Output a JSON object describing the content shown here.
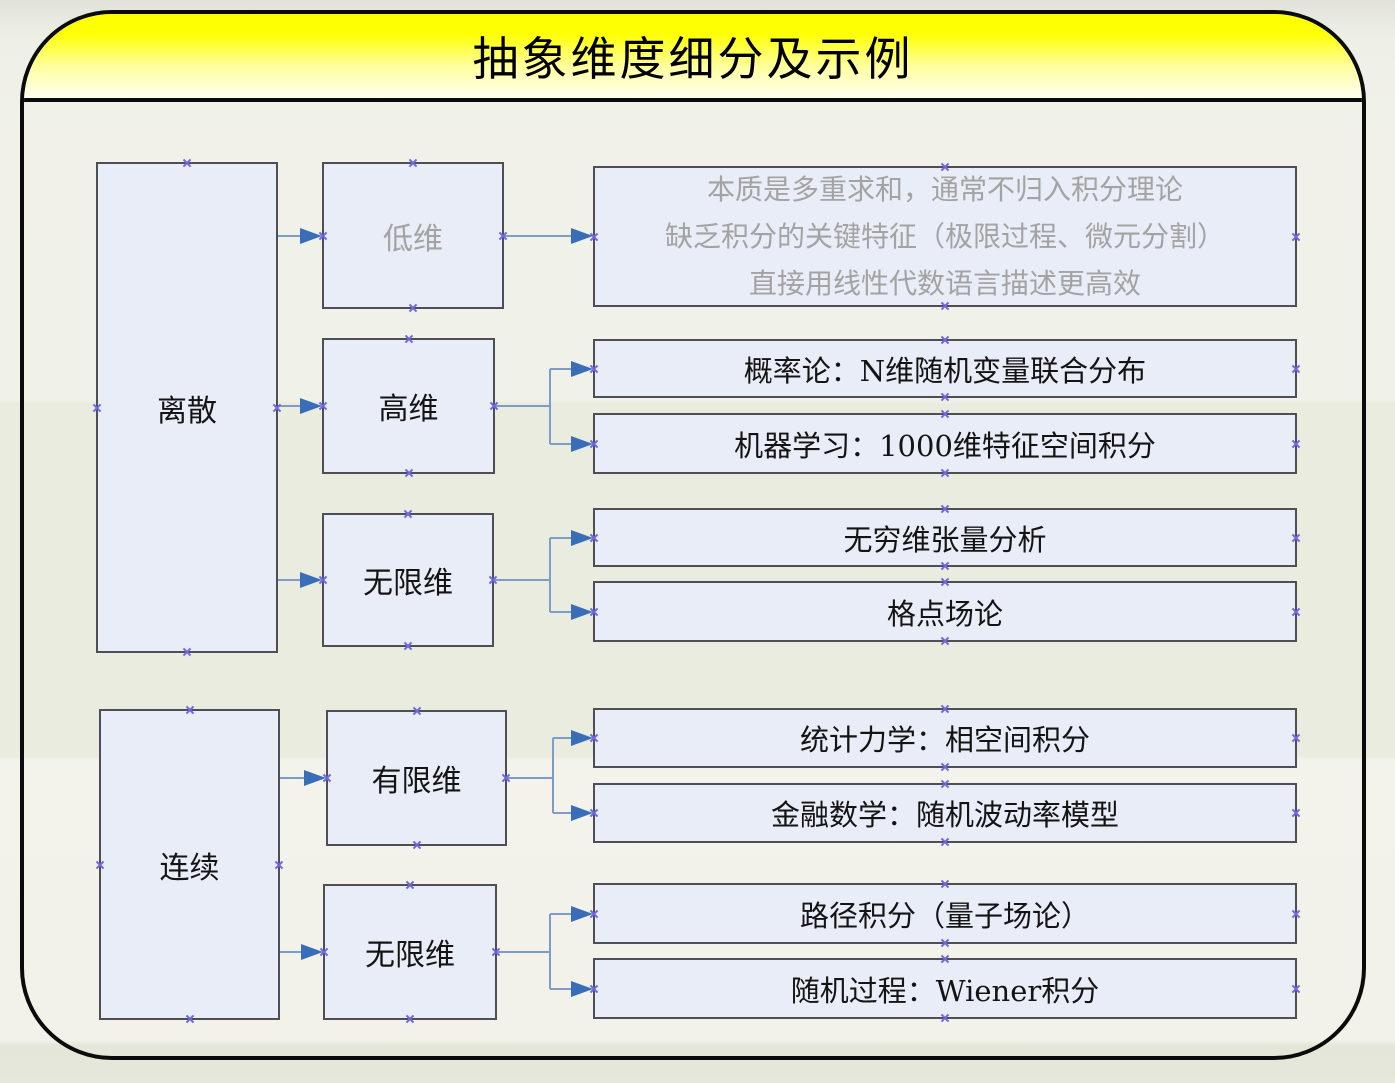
{
  "title": "抽象维度细分及示例",
  "nodes": {
    "discrete": {
      "label": "离散"
    },
    "low_dim": {
      "label": "低维",
      "note_lines": [
        "本质是多重求和，通常不归入积分理论",
        "缺乏积分的关键特征（极限过程、微元分割）",
        "直接用线性代数语言描述更高效"
      ]
    },
    "high_dim": {
      "label": "高维",
      "examples": [
        "概率论：N维随机变量联合分布",
        "机器学习：1000维特征空间积分"
      ]
    },
    "infinite_dim_discrete": {
      "label": "无限维",
      "examples": [
        "无穷维张量分析",
        "格点场论"
      ]
    },
    "continuous": {
      "label": "连续"
    },
    "finite_dim": {
      "label": "有限维",
      "examples": [
        "统计力学：相空间积分",
        "金融数学：随机波动率模型"
      ]
    },
    "infinite_dim_continuous": {
      "label": "无限维",
      "examples": [
        "路径积分（量子场论）",
        "随机过程：Wiener积分"
      ]
    }
  },
  "edges": [
    {
      "from": "discrete",
      "to": "low_dim"
    },
    {
      "from": "discrete",
      "to": "high_dim"
    },
    {
      "from": "discrete",
      "to": "infinite_dim_discrete"
    },
    {
      "from": "low_dim",
      "to": "low_dim_note"
    },
    {
      "from": "high_dim",
      "to": "high_dim_example_1"
    },
    {
      "from": "high_dim",
      "to": "high_dim_example_2"
    },
    {
      "from": "infinite_dim_discrete",
      "to": "infinite_dim_discrete_example_1"
    },
    {
      "from": "infinite_dim_discrete",
      "to": "infinite_dim_discrete_example_2"
    },
    {
      "from": "continuous",
      "to": "finite_dim"
    },
    {
      "from": "continuous",
      "to": "infinite_dim_continuous"
    },
    {
      "from": "finite_dim",
      "to": "finite_dim_example_1"
    },
    {
      "from": "finite_dim",
      "to": "finite_dim_example_2"
    },
    {
      "from": "infinite_dim_continuous",
      "to": "infinite_dim_continuous_example_1"
    },
    {
      "from": "infinite_dim_continuous",
      "to": "infinite_dim_continuous_example_2"
    }
  ],
  "colors": {
    "title_gradient_top": "#ffff00",
    "title_gradient_bottom": "#fffff2",
    "node_fill": "#e8edf8",
    "node_border": "#4e4e54",
    "arrow_fill": "#3a6db8",
    "connector_stroke": "#7e9cc9",
    "connection_handle": "#6f66e2",
    "muted_text": "#a3a3a3",
    "canvas_background": "#f1f1ea"
  }
}
